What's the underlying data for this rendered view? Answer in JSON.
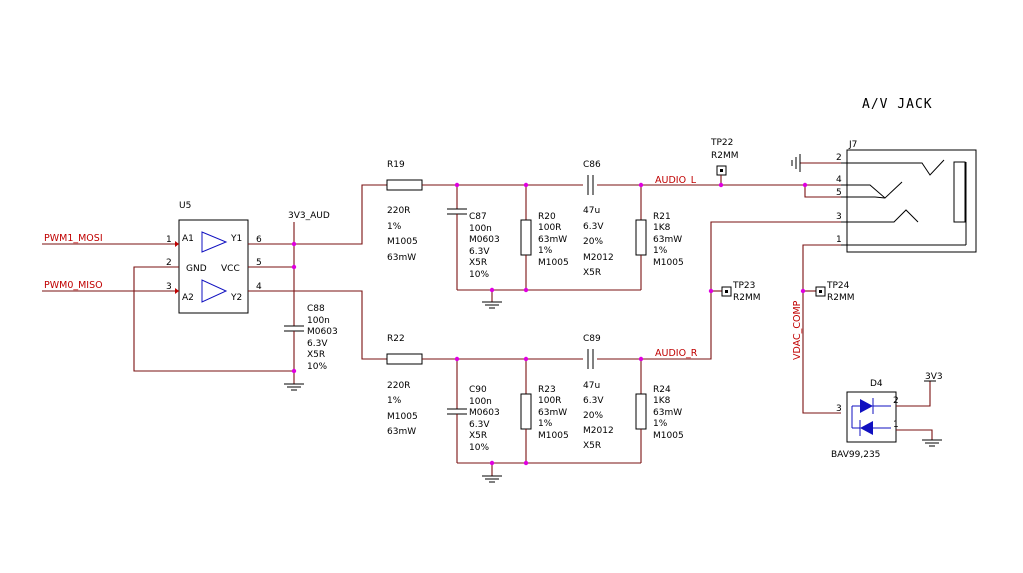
{
  "title": "A/V JACK",
  "nets": {
    "pwm1_mosi": "PWM1_MOSI",
    "pwm0_miso": "PWM0_MISO",
    "v3v3_aud": "3V3_AUD",
    "audio_l": "AUDIO_L",
    "audio_r": "AUDIO_R",
    "vdac_comp": "VDAC_COMP",
    "v3v3": "3V3"
  },
  "u5": {
    "ref": "U5",
    "pins": {
      "a1": "A1",
      "gnd": "GND",
      "a2": "A2",
      "y1": "Y1",
      "vcc": "VCC",
      "y2": "Y2"
    },
    "pin_numbers": {
      "p1": "1",
      "p2": "2",
      "p3": "3",
      "p6": "6",
      "p5": "5",
      "p4": "4"
    }
  },
  "c88": {
    "ref": "C88",
    "value": "100n",
    "pkg": "M0603",
    "voltage": "6.3V",
    "dielectric": "X5R",
    "tol": "10%"
  },
  "r19": {
    "ref": "R19",
    "value": "220R",
    "tol": "1%",
    "pkg": "M1005",
    "power": "63mW"
  },
  "r22": {
    "ref": "R22",
    "value": "220R",
    "tol": "1%",
    "pkg": "M1005",
    "power": "63mW"
  },
  "c87": {
    "ref": "C87",
    "value": "100n",
    "pkg": "M0603",
    "voltage": "6.3V",
    "dielectric": "X5R",
    "tol": "10%"
  },
  "c90": {
    "ref": "C90",
    "value": "100n",
    "pkg": "M0603",
    "voltage": "6.3V",
    "dielectric": "X5R",
    "tol": "10%"
  },
  "r20": {
    "ref": "R20",
    "value": "100R",
    "power": "63mW",
    "tol": "1%",
    "pkg": "M1005"
  },
  "r23": {
    "ref": "R23",
    "value": "100R",
    "power": "63mW",
    "tol": "1%",
    "pkg": "M1005"
  },
  "c86": {
    "ref": "C86",
    "value": "47u",
    "voltage": "6.3V",
    "tol": "20%",
    "pkg": "M2012",
    "dielectric": "X5R"
  },
  "c89": {
    "ref": "C89",
    "value": "47u",
    "voltage": "6.3V",
    "tol": "20%",
    "pkg": "M2012",
    "dielectric": "X5R"
  },
  "r21": {
    "ref": "R21",
    "value": "1K8",
    "power": "63mW",
    "tol": "1%",
    "pkg": "M1005"
  },
  "r24": {
    "ref": "R24",
    "value": "1K8",
    "power": "63mW",
    "tol": "1%",
    "pkg": "M1005"
  },
  "tp22": {
    "ref": "TP22",
    "value": "R2MM"
  },
  "tp23": {
    "ref": "TP23",
    "value": "R2MM"
  },
  "tp24": {
    "ref": "TP24",
    "value": "R2MM"
  },
  "j7": {
    "ref": "J7",
    "pins": {
      "p2": "2",
      "p4": "4",
      "p5": "5",
      "p3": "3",
      "p1": "1"
    }
  },
  "d4": {
    "ref": "D4",
    "part": "BAV99,235",
    "pins": {
      "p3": "3",
      "p2": "2",
      "p1": "1"
    }
  },
  "colors": {
    "wire": "#7a1010",
    "net_label": "#c00000",
    "junction": "#e000e0",
    "diode": "#1010c0"
  }
}
